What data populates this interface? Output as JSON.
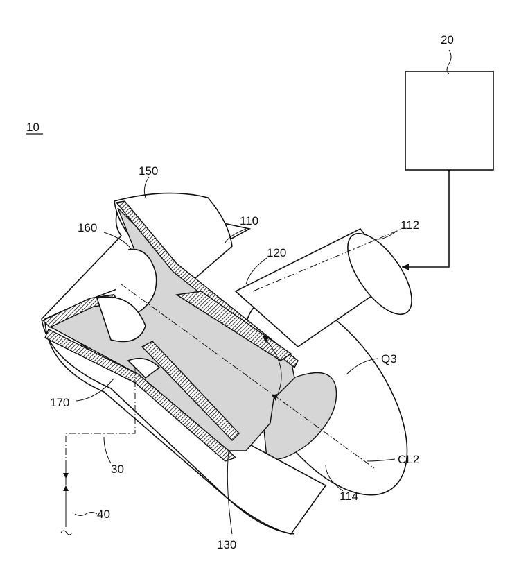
{
  "figure": {
    "labels": {
      "device": "10",
      "controller": "20",
      "line_30": "30",
      "line_40": "40",
      "housing": "110",
      "inlet_tube": "112",
      "outlet": "114",
      "inner_tube": "120",
      "chamber": "130",
      "flange": "150",
      "recess": "160",
      "port": "170",
      "flow": "Q3",
      "axis": "CL2"
    }
  }
}
